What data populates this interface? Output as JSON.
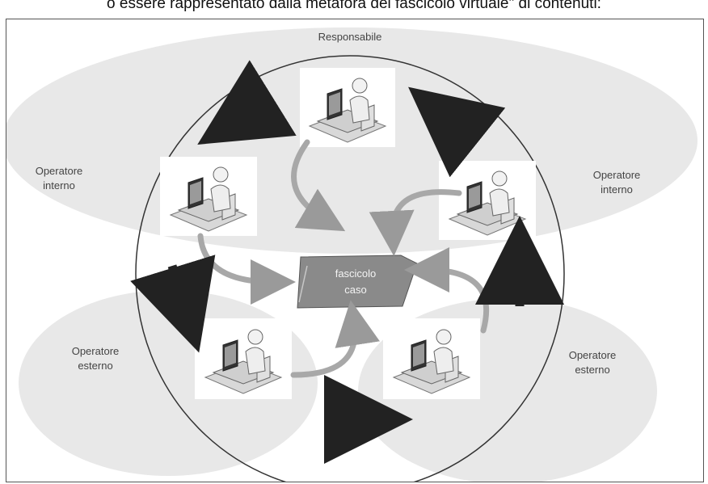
{
  "caption": "o essere rappresentato dalla metafora del fascicolo virtuale\" di contenuti:",
  "diagram": {
    "top_label": "Responsabile",
    "left_internal": [
      "Operatore",
      "interno"
    ],
    "right_internal": [
      "Operatore",
      "interno"
    ],
    "left_external": [
      "Operatore",
      "esterno"
    ],
    "right_external": [
      "Operatore",
      "esterno"
    ],
    "center": [
      "fascicolo",
      "caso"
    ]
  },
  "colors": {
    "ellipse_fill": "#e8e8e8",
    "arrow_dark": "#222222",
    "center_box": "#8a8a8a"
  },
  "icons": [
    "user-at-computer-icon"
  ]
}
